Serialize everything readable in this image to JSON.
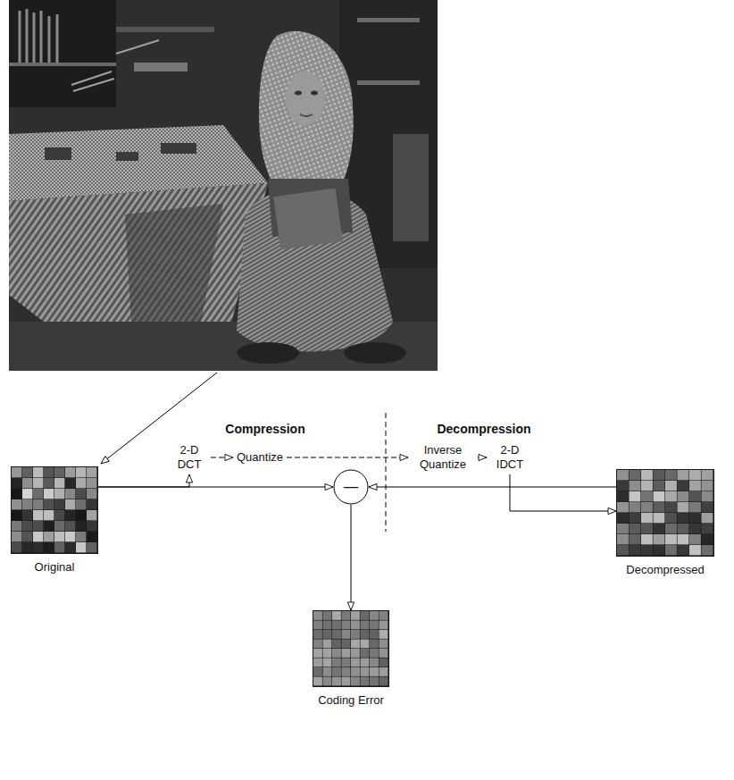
{
  "diagram": {
    "nodes": [
      {
        "text": [
          "2-D DCT"
        ]
      },
      {
        "text": [
          "Quantize"
        ]
      },
      {
        "text": [
          "Inverse Quantize"
        ]
      },
      {
        "text": [
          "2-D IDCT"
        ]
      },
      {
        "text": [
          "Original"
        ]
      },
      {
        "text": [
          "—"
        ]
      },
      {
        "text": [
          "Decompressed"
        ]
      },
      {
        "text": [
          "Coding Error"
        ]
      }
    ],
    "edges": [
      {
        "from": 4,
        "to": 0,
        "arrow": "to"
      },
      {
        "from": 0,
        "to": 1,
        "arrow": "to"
      },
      {
        "from": 1,
        "to": 2,
        "arrow": "to"
      },
      {
        "from": 2,
        "to": 3,
        "arrow": "to"
      },
      {
        "from": 3,
        "to": 6,
        "arrow": "to"
      },
      {
        "from": 4,
        "to": 5,
        "arrow": "to"
      },
      {
        "from": 6,
        "to": 5,
        "arrow": "to"
      },
      {
        "from": 5,
        "to": 7,
        "arrow": "to"
      }
    ],
    "labels": [
      "Compression",
      "Decompression"
    ]
  }
}
